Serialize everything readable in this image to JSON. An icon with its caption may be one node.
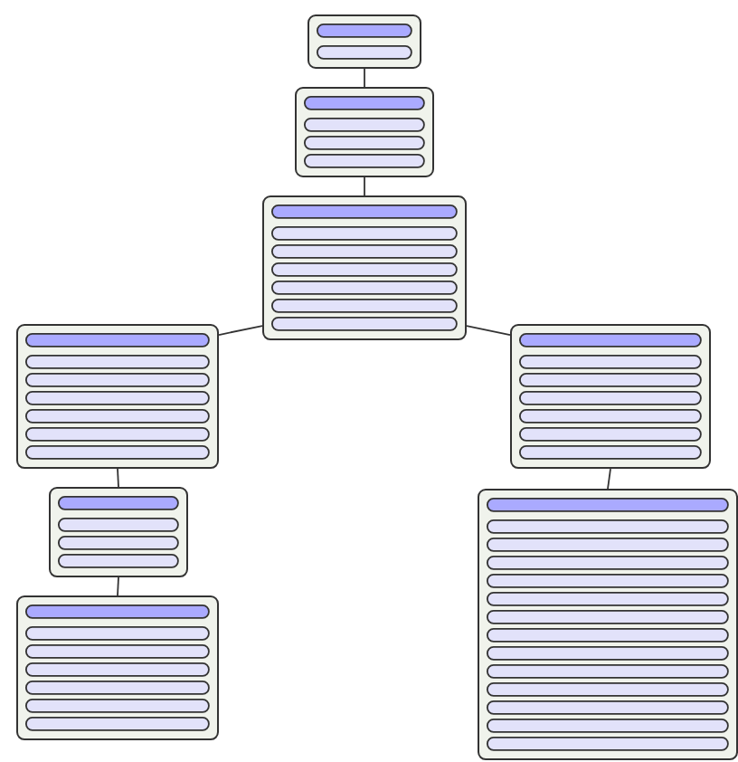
{
  "diagram": {
    "nodes": [
      {
        "text": [],
        "shape": "box"
      },
      {
        "text": [],
        "shape": "bar",
        "in": 0
      },
      {
        "text": [],
        "shape": "bar",
        "in": 0
      },
      {
        "text": [],
        "shape": "box"
      },
      {
        "text": [],
        "shape": "bar",
        "in": 3
      },
      {
        "text": [],
        "shape": "bar",
        "in": 3
      },
      {
        "text": [],
        "shape": "bar",
        "in": 3
      },
      {
        "text": [],
        "shape": "bar",
        "in": 3
      },
      {
        "text": [],
        "shape": "box"
      },
      {
        "text": [],
        "shape": "bar",
        "in": 8
      },
      {
        "text": [],
        "shape": "bar",
        "in": 8
      },
      {
        "text": [],
        "shape": "bar",
        "in": 8
      },
      {
        "text": [],
        "shape": "bar",
        "in": 8
      },
      {
        "text": [],
        "shape": "bar",
        "in": 8
      },
      {
        "text": [],
        "shape": "bar",
        "in": 8
      },
      {
        "text": [],
        "shape": "bar",
        "in": 8
      },
      {
        "text": [],
        "shape": "box"
      },
      {
        "text": [],
        "shape": "bar",
        "in": 16
      },
      {
        "text": [],
        "shape": "bar",
        "in": 16
      },
      {
        "text": [],
        "shape": "bar",
        "in": 16
      },
      {
        "text": [],
        "shape": "bar",
        "in": 16
      },
      {
        "text": [],
        "shape": "bar",
        "in": 16
      },
      {
        "text": [],
        "shape": "bar",
        "in": 16
      },
      {
        "text": [],
        "shape": "bar",
        "in": 16
      },
      {
        "text": [],
        "shape": "box"
      },
      {
        "text": [],
        "shape": "bar",
        "in": 24
      },
      {
        "text": [],
        "shape": "bar",
        "in": 24
      },
      {
        "text": [],
        "shape": "bar",
        "in": 24
      },
      {
        "text": [],
        "shape": "bar",
        "in": 24
      },
      {
        "text": [],
        "shape": "bar",
        "in": 24
      },
      {
        "text": [],
        "shape": "bar",
        "in": 24
      },
      {
        "text": [],
        "shape": "bar",
        "in": 24
      },
      {
        "text": [],
        "shape": "box"
      },
      {
        "text": [],
        "shape": "bar",
        "in": 32
      },
      {
        "text": [],
        "shape": "bar",
        "in": 32
      },
      {
        "text": [],
        "shape": "bar",
        "in": 32
      },
      {
        "text": [],
        "shape": "bar",
        "in": 32
      },
      {
        "text": [],
        "shape": "box"
      },
      {
        "text": [],
        "shape": "bar",
        "in": 37
      },
      {
        "text": [],
        "shape": "bar",
        "in": 37
      },
      {
        "text": [],
        "shape": "bar",
        "in": 37
      },
      {
        "text": [],
        "shape": "bar",
        "in": 37
      },
      {
        "text": [],
        "shape": "bar",
        "in": 37
      },
      {
        "text": [],
        "shape": "bar",
        "in": 37
      },
      {
        "text": [],
        "shape": "bar",
        "in": 37
      },
      {
        "text": [],
        "shape": "bar",
        "in": 37
      },
      {
        "text": [],
        "shape": "bar",
        "in": 37
      },
      {
        "text": [],
        "shape": "bar",
        "in": 37
      },
      {
        "text": [],
        "shape": "bar",
        "in": 37
      },
      {
        "text": [],
        "shape": "bar",
        "in": 37
      },
      {
        "text": [],
        "shape": "bar",
        "in": 37
      },
      {
        "text": [],
        "shape": "bar",
        "in": 37
      },
      {
        "text": [],
        "shape": "box"
      },
      {
        "text": [],
        "shape": "bar",
        "in": 52
      },
      {
        "text": [],
        "shape": "bar",
        "in": 52
      },
      {
        "text": [],
        "shape": "bar",
        "in": 52
      },
      {
        "text": [],
        "shape": "bar",
        "in": 52
      },
      {
        "text": [],
        "shape": "bar",
        "in": 52
      },
      {
        "text": [],
        "shape": "bar",
        "in": 52
      },
      {
        "text": [],
        "shape": "bar",
        "in": 52
      }
    ],
    "edges": [
      {
        "from": 0,
        "to": 3,
        "arrow": "none"
      },
      {
        "from": 3,
        "to": 8,
        "arrow": "none"
      },
      {
        "from": 8,
        "to": 16,
        "arrow": "none"
      },
      {
        "from": 8,
        "to": 24,
        "arrow": "none"
      },
      {
        "from": 16,
        "to": 32,
        "arrow": "none"
      },
      {
        "from": 24,
        "to": 37,
        "arrow": "none"
      },
      {
        "from": 32,
        "to": 52,
        "arrow": "none"
      }
    ]
  }
}
